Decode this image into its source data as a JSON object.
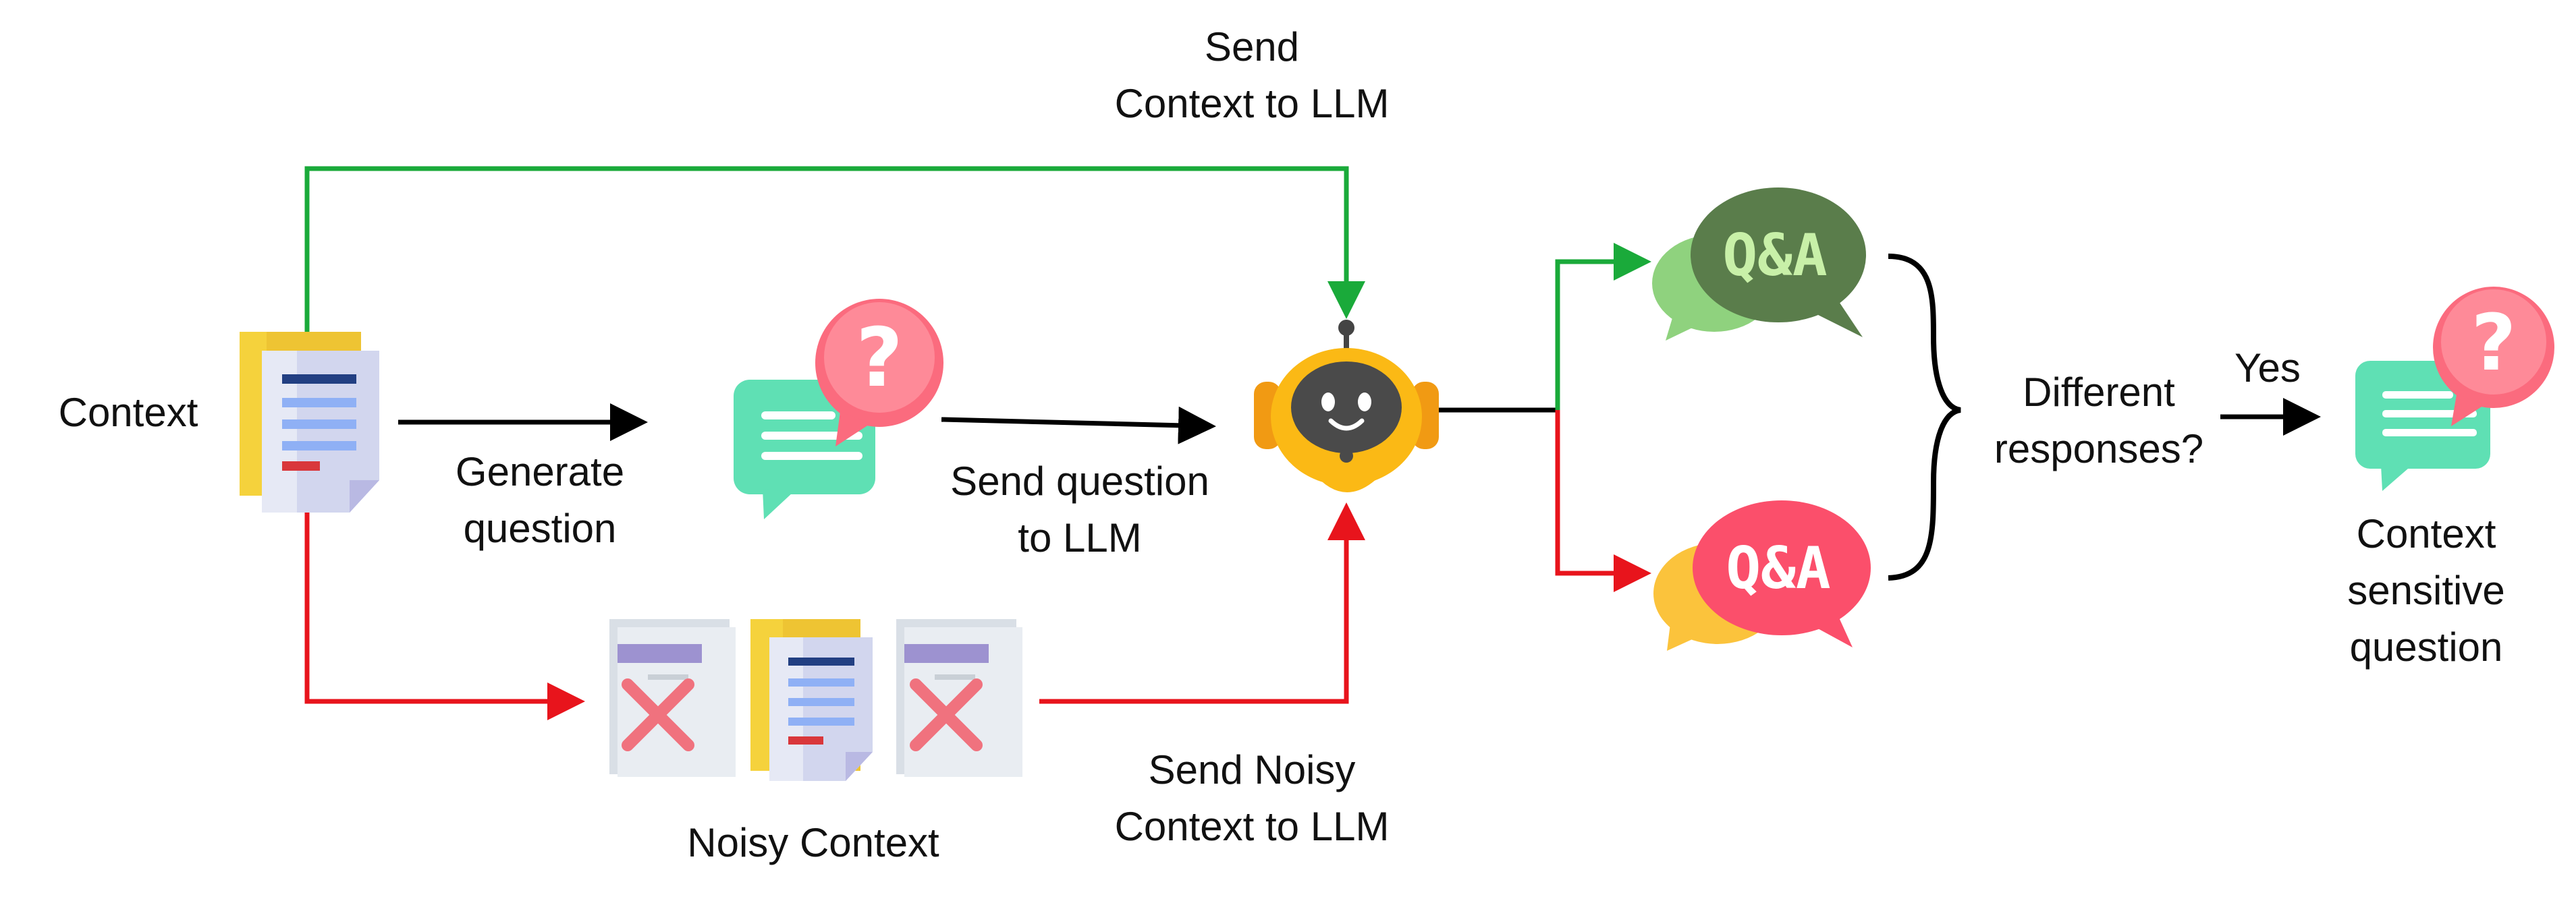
{
  "labels": {
    "context": "Context",
    "generate_question": [
      "Generate",
      "question"
    ],
    "send_question": [
      "Send question",
      "to LLM"
    ],
    "send_context": [
      "Send",
      "Context to LLM"
    ],
    "noisy_context": "Noisy Context",
    "send_noisy": [
      "Send Noisy",
      "Context to LLM"
    ],
    "different_responses": [
      "Different",
      "responses?"
    ],
    "yes": "Yes",
    "result": [
      "Context",
      "sensitive",
      "question"
    ],
    "qa": "Q&A",
    "question_mark": "?"
  },
  "colors": {
    "green_path": "#1aaa3a",
    "red_path": "#e8141c",
    "black_path": "#000000",
    "doc_yellow": "#f5d23c",
    "doc_blue": "#8fb0f5",
    "teal_bubble": "#5fe0b4",
    "pink_bubble": "#fb6b7e",
    "robot_yellow": "#fbb915",
    "qa_dark_green": "#5a7d4b",
    "qa_light_green": "#8fd27e",
    "qa_pink": "#fb4f6b",
    "qa_yellow": "#fbc33c"
  },
  "icons": [
    "document-icon",
    "question-chat-icon",
    "robot-icon",
    "noisy-document-icon",
    "qa-bubble-icon",
    "context-sensitive-question-icon"
  ]
}
